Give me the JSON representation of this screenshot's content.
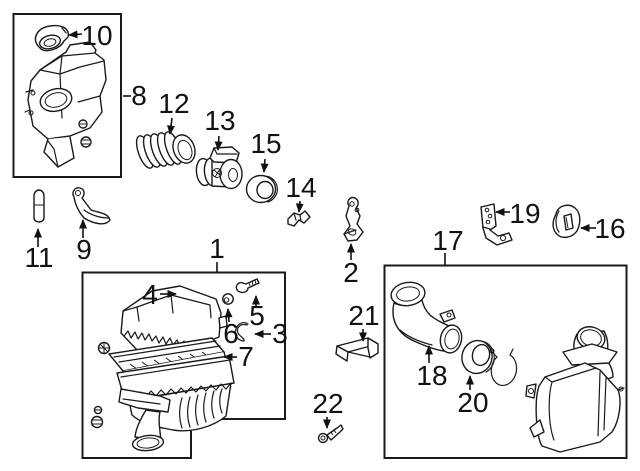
{
  "diagram": {
    "type": "exploded-parts-diagram",
    "colors": {
      "background": "#ffffff",
      "line": "#1a1a1a",
      "label": "#111111"
    },
    "callouts": [
      {
        "label": "1"
      },
      {
        "label": "2"
      },
      {
        "label": "3"
      },
      {
        "label": "4"
      },
      {
        "label": "5"
      },
      {
        "label": "6"
      },
      {
        "label": "7"
      },
      {
        "label": "8"
      },
      {
        "label": "9"
      },
      {
        "label": "10"
      },
      {
        "label": "11"
      },
      {
        "label": "12"
      },
      {
        "label": "13"
      },
      {
        "label": "14"
      },
      {
        "label": "15"
      },
      {
        "label": "16"
      },
      {
        "label": "17"
      },
      {
        "label": "18"
      },
      {
        "label": "19"
      },
      {
        "label": "20"
      },
      {
        "label": "21"
      },
      {
        "label": "22"
      }
    ]
  }
}
